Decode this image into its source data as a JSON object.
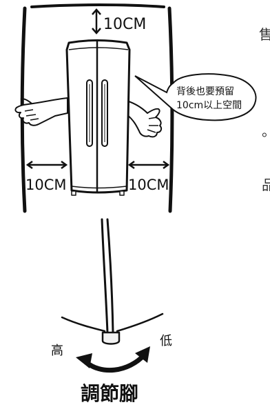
{
  "top_gap": "10CM",
  "left_gap": "10CM",
  "right_gap": "10CM",
  "speech_bubble": {
    "line1": "背後也要預留",
    "line2": "10cm以上空間"
  },
  "leveling_foot": {
    "high_label": "高",
    "low_label": "低",
    "title": "調節腳"
  },
  "edge_text": {
    "char_top": "售",
    "char_bottom": "品"
  },
  "colors": {
    "ink": "#111111",
    "paper": "#ffffff",
    "foot_fill": "#f2f2f2"
  }
}
